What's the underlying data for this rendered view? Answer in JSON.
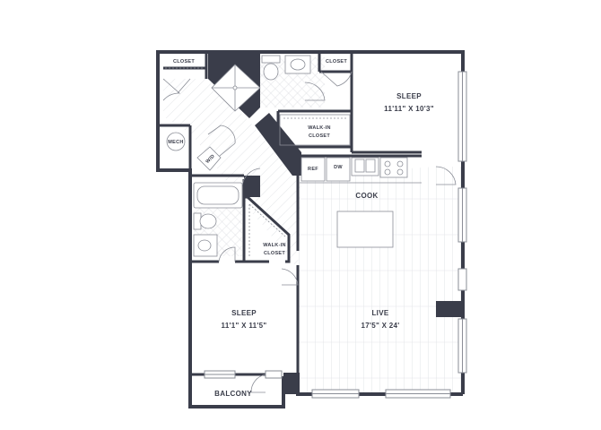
{
  "floorplan": {
    "rooms": {
      "sleep_1": {
        "name": "SLEEP",
        "dims": "11'11\" X 10'3\""
      },
      "sleep_2": {
        "name": "SLEEP",
        "dims": "11'1\" X 11'5\""
      },
      "live": {
        "name": "LIVE",
        "dims": "17'5\" X 24'"
      },
      "cook": {
        "name": "COOK"
      },
      "balcony": {
        "name": "BALCONY"
      }
    },
    "fixtures": {
      "closet_a": "CLOSET",
      "closet_b": "CLOSET",
      "walk_in_1_line1": "WALK-IN",
      "walk_in_1_line2": "CLOSET",
      "walk_in_2_line1": "WALK-IN",
      "walk_in_2_line2": "CLOSET",
      "mech": "MECH",
      "wd": "W/D",
      "ref": "REF",
      "dw": "DW"
    },
    "colors": {
      "wall": "#3a3d4a",
      "floor_line": "#d4d6db",
      "fixture_line": "#8a8d96"
    }
  }
}
